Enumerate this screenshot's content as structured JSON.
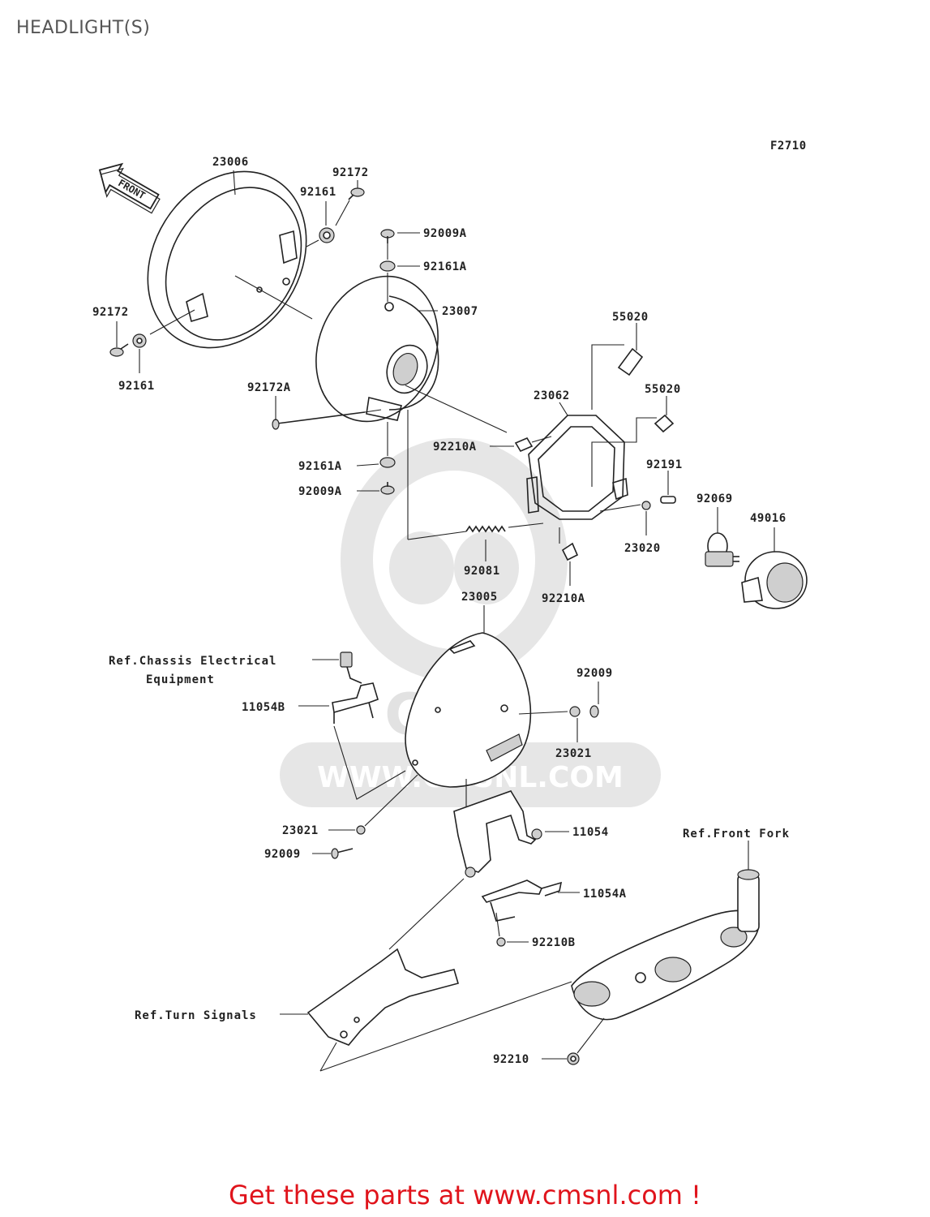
{
  "title": "HEADLIGHT(S)",
  "figure_code": "F2710",
  "front_arrow_text": "FRONT",
  "watermark": {
    "logo_text": "CMS",
    "url_text": "WWW.CMSNL.COM"
  },
  "parts": {
    "p23006": "23006",
    "p92172_top": "92172",
    "p92161_top": "92161",
    "p92009A_top": "92009A",
    "p92161A_top": "92161A",
    "p23007": "23007",
    "p92172_left": "92172",
    "p92161_left": "92161",
    "p92172A": "92172A",
    "p55020_top": "55020",
    "p23062": "23062",
    "p55020_mid": "55020",
    "p92210A_top": "92210A",
    "p92161A_bot": "92161A",
    "p92191": "92191",
    "p92009A_bot": "92009A",
    "p92069": "92069",
    "p49016": "49016",
    "p23020": "23020",
    "p92081": "92081",
    "p92210A_bot": "92210A",
    "p23005": "23005",
    "p92009_right": "92009",
    "p11054B": "11054B",
    "p23021_right": "23021",
    "p23021_left": "23021",
    "p11054": "11054",
    "p92009_left": "92009",
    "p11054A": "11054A",
    "p92210B": "92210B",
    "p92210": "92210"
  },
  "refs": {
    "chassis_line1": "Ref.Chassis Electrical",
    "chassis_line2": "Equipment",
    "front_fork": "Ref.Front Fork",
    "turn_signals": "Ref.Turn Signals"
  },
  "footer": "Get these parts at www.cmsnl.com !"
}
